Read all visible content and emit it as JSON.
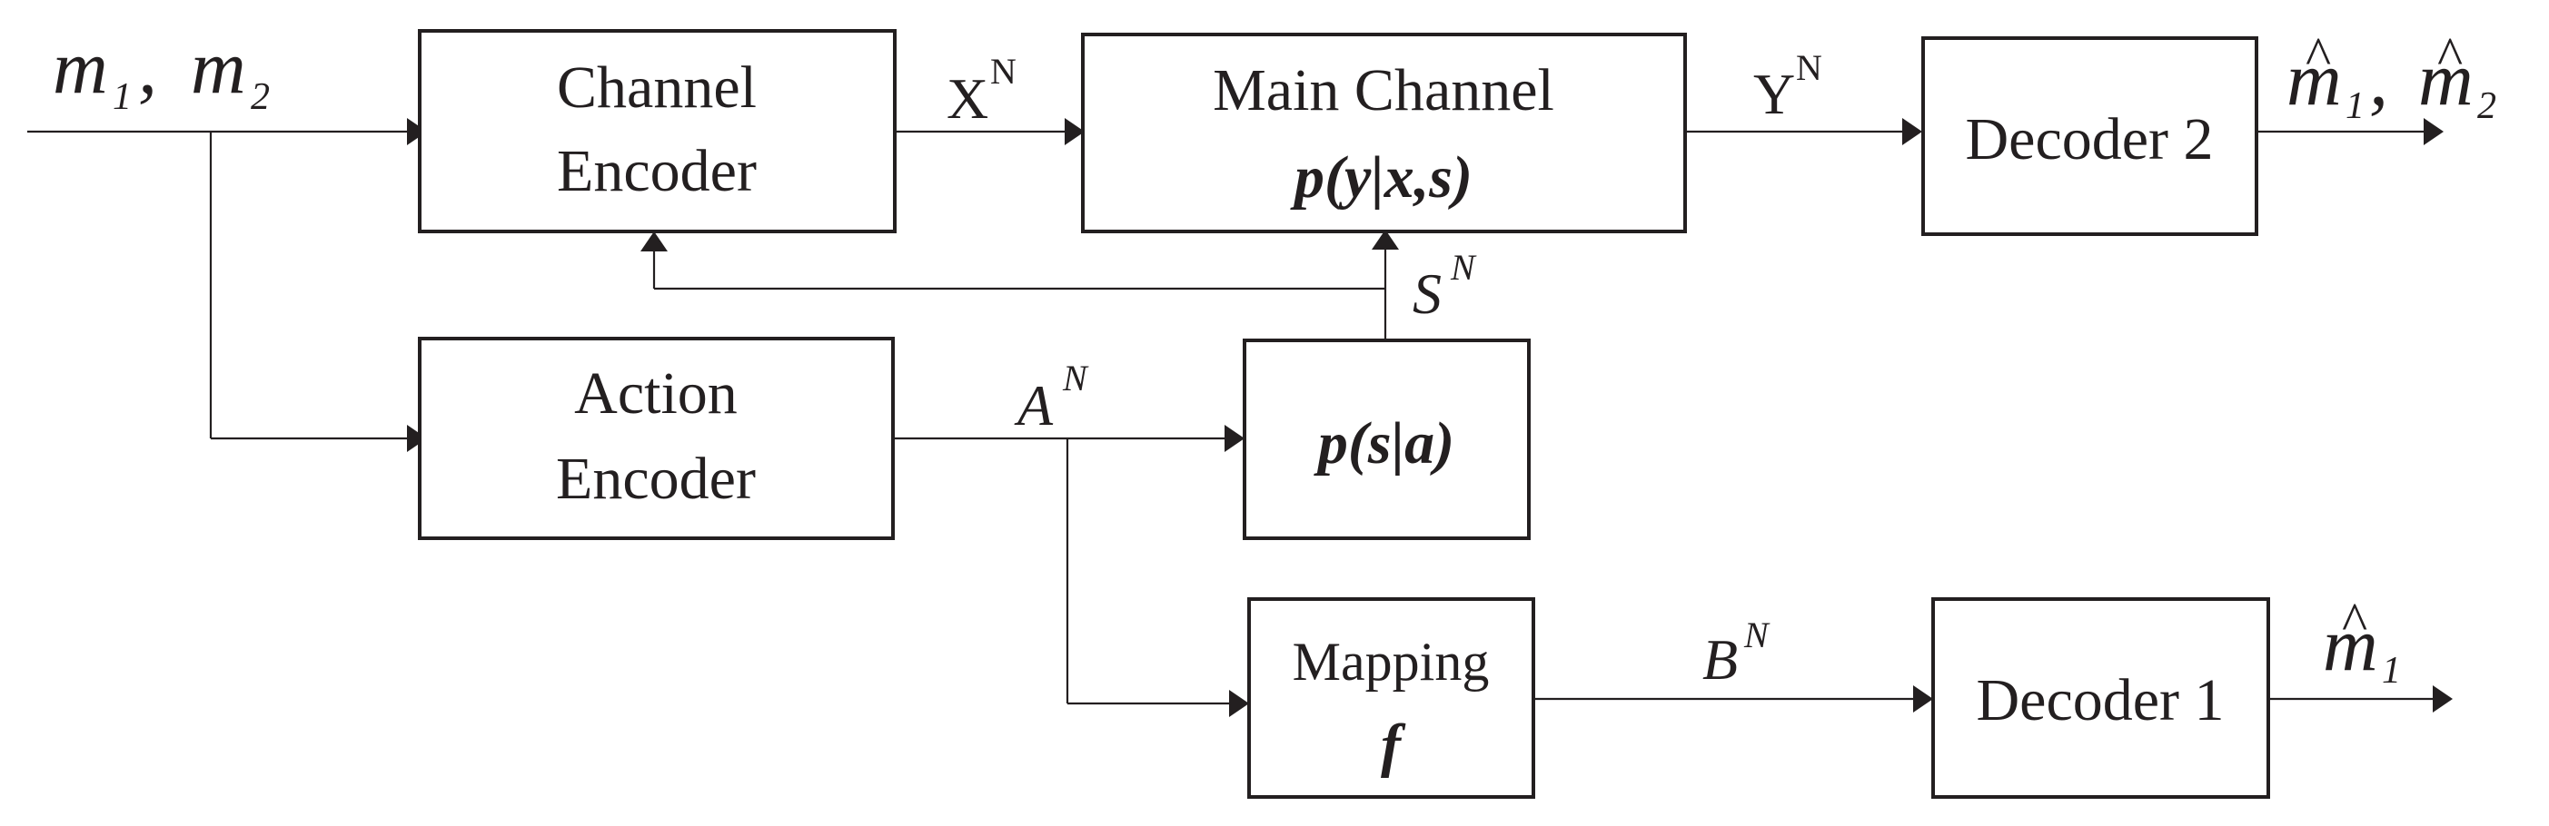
{
  "blocks": {
    "channel_encoder": {
      "line1": "Channel",
      "line2": "Encoder"
    },
    "main_channel": {
      "line1": "Main Channel",
      "line2": "p(y|x,s)"
    },
    "decoder2": {
      "label": "Decoder 2"
    },
    "action_encoder": {
      "line1": "Action",
      "line2": "Encoder"
    },
    "state_channel": {
      "label": "p(s|a)"
    },
    "mapping": {
      "line1": "Mapping",
      "line2": "f"
    },
    "decoder1": {
      "label": "Decoder 1"
    }
  },
  "signals": {
    "input": {
      "m": "m",
      "sub1": "1",
      "sep": ",",
      "sub2": "2"
    },
    "output_top": {
      "m": "m",
      "sub1": "1",
      "sep": ",",
      "sub2": "2",
      "hat": "^"
    },
    "output_bottom": {
      "m": "m",
      "sub1": "1",
      "hat": "^"
    },
    "x": {
      "base": "X",
      "sup": "N"
    },
    "y": {
      "base": "Y",
      "sup": "N"
    },
    "s": {
      "base": "S",
      "sup": "N"
    },
    "a": {
      "base": "A",
      "sup": "N"
    },
    "b": {
      "base": "B",
      "sup": "N"
    }
  }
}
